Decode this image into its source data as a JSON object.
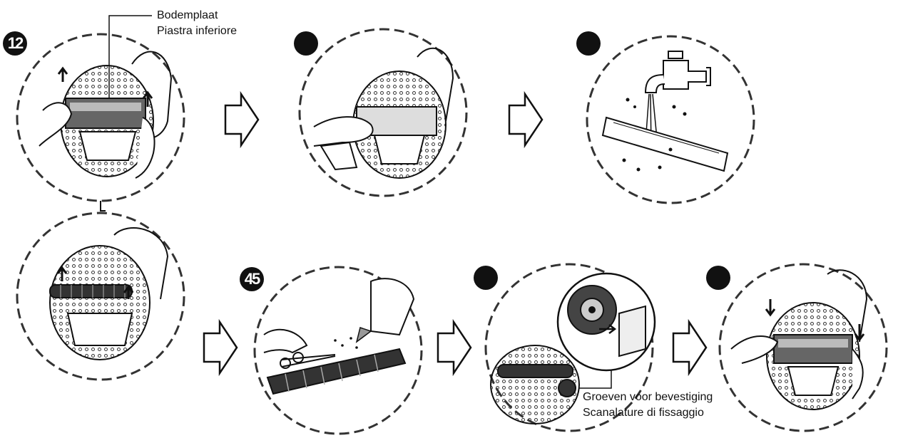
{
  "labels": {
    "bottom_plate_nl": "Bodemplaat",
    "bottom_plate_it": "Piastra inferiore",
    "grooves_nl": "Groeven voor bevestiging",
    "grooves_it": "Scanalature di fissaggio"
  },
  "steps": [
    {
      "number": "12"
    },
    {
      "number": ""
    },
    {
      "number": ""
    },
    {
      "number": "45"
    },
    {
      "number": ""
    },
    {
      "number": ""
    }
  ],
  "colors": {
    "line": "#111111",
    "dash": "#333333",
    "fill_dark": "#222222",
    "fill_mid": "#9a9a9a"
  }
}
